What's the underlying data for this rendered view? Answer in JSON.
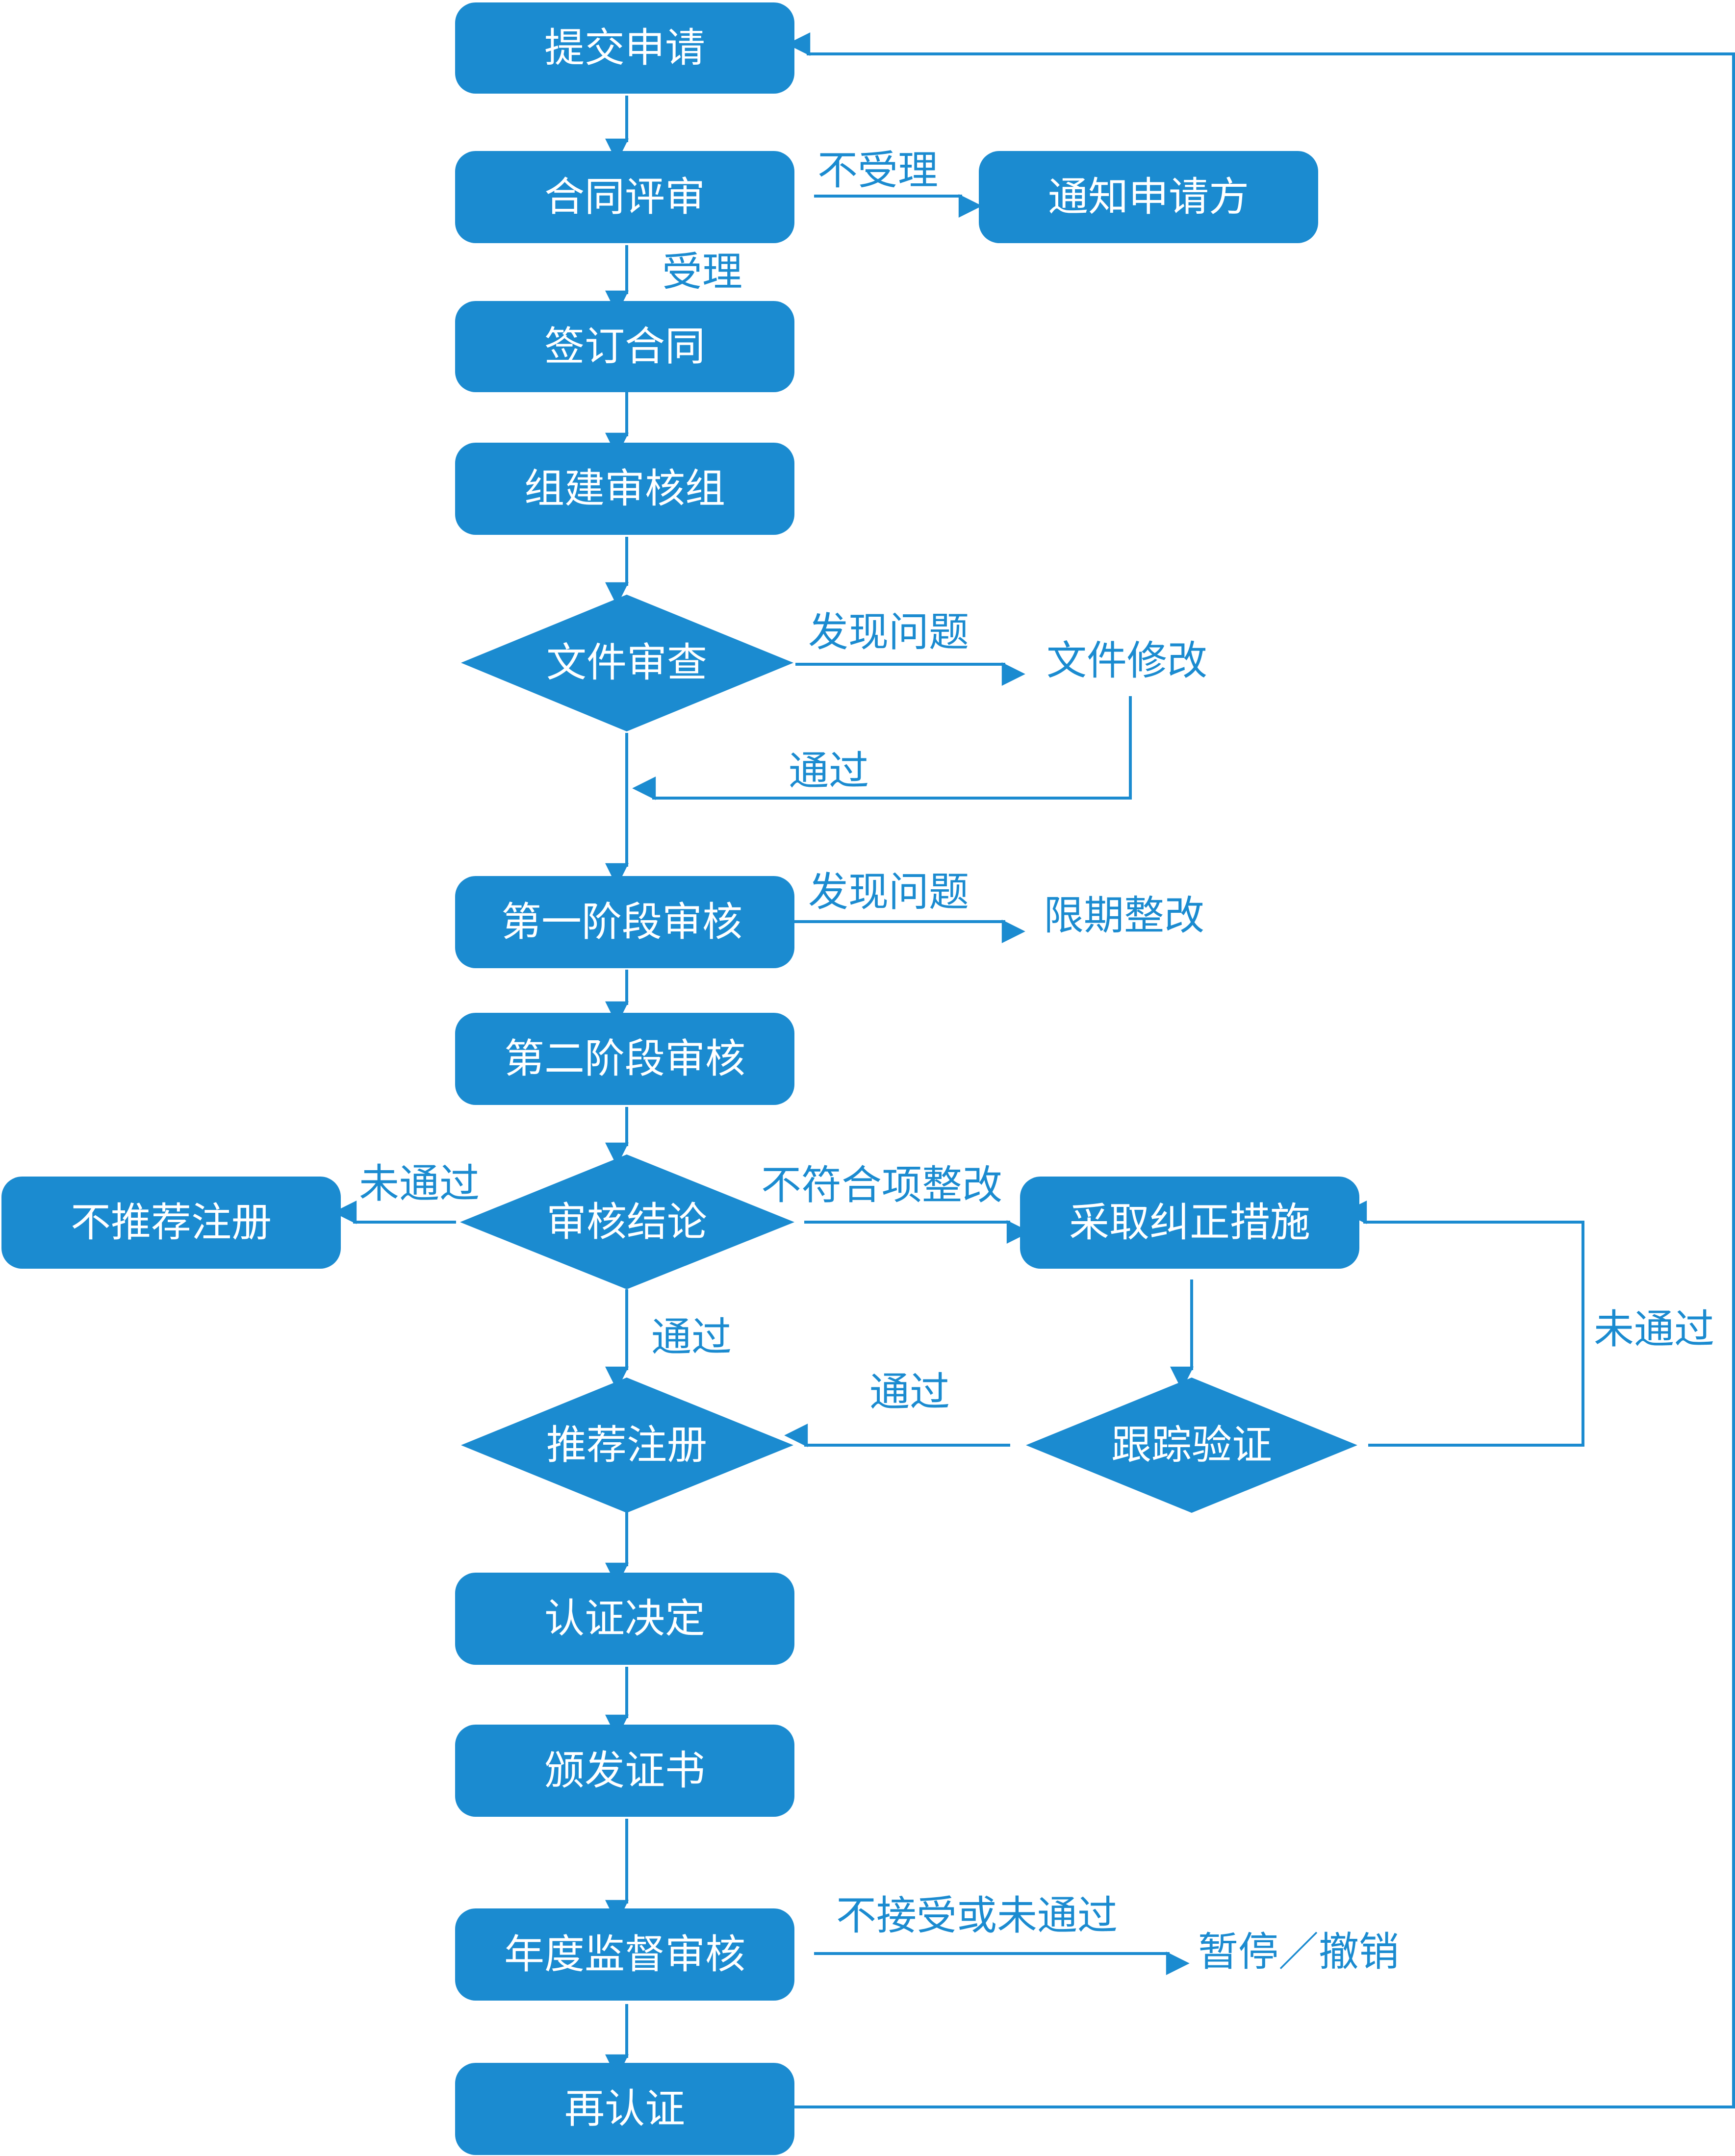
{
  "colors": {
    "accent": "#1b8bd0",
    "node_text": "#ffffff",
    "background": "#ffffff"
  },
  "nodes": {
    "submit": "提交申请",
    "contract_review": "合同评审",
    "notify": "通知申请方",
    "sign": "签订合同",
    "team": "组建审核组",
    "doc_review": "文件审查",
    "doc_fix": "文件修改",
    "stage1": "第一阶段审核",
    "deadline_fix": "限期整改",
    "stage2": "第二阶段审核",
    "conclusion": "审核结论",
    "not_recommend": "不推荐注册",
    "corrective": "采取纠正措施",
    "track": "跟踪验证",
    "recommend": "推荐注册",
    "decision": "认证决定",
    "issue": "颁发证书",
    "annual": "年度监督审核",
    "suspend": "暂停／撤销",
    "recert": "再认证"
  },
  "labels": {
    "reject": "不受理",
    "accept": "受理",
    "issue_found_1": "发现问题",
    "pass_doc": "通过",
    "issue_found_2": "发现问题",
    "fail_left": "未通过",
    "nonconform": "不符合项整改",
    "pass_conclusion": "通过",
    "pass_track": "通过",
    "fail_track": "未通过",
    "not_accept": "不接受或未通过"
  }
}
